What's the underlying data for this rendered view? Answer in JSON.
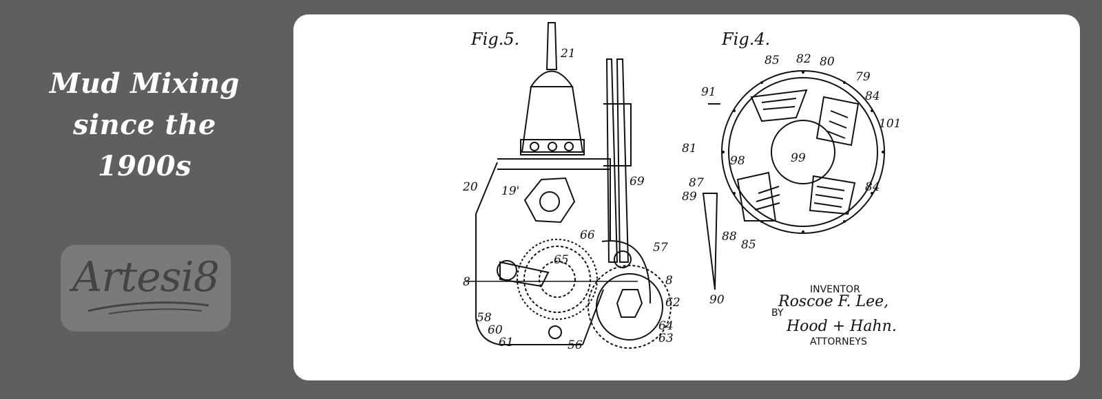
{
  "headline": {
    "line1": "Mud Mixing",
    "line2": "since the",
    "line3": "1900s"
  },
  "logo": {
    "text": "Artesi8"
  },
  "drawing": {
    "fig5_title": "Fig.5.",
    "fig4_title": "Fig.4.",
    "fig5_labels": [
      "21",
      "20",
      "19'",
      "69",
      "66",
      "57",
      "65",
      "8",
      "8",
      "62",
      "58",
      "60",
      "61",
      "56",
      "64",
      "63"
    ],
    "fig4_labels": [
      "85",
      "82",
      "80",
      "79",
      "84",
      "91",
      "101",
      "81",
      "99",
      "98",
      "87",
      "89",
      "84",
      "88",
      "85",
      "90"
    ],
    "inventor_label": "INVENTOR",
    "inventor_name": "Roscoe F. Lee,",
    "by_label": "BY",
    "attorney_signature": "Hood + Hahn.",
    "attorneys_label": "ATTORNEYS"
  }
}
